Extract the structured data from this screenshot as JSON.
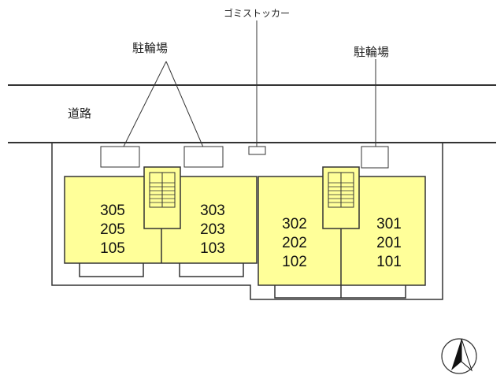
{
  "labels": {
    "garbage_stocker": "ゴミストッカー",
    "bicycle_parking_left": "駐輪場",
    "bicycle_parking_right": "駐輪場",
    "road": "道路"
  },
  "units": {
    "block_1": [
      "305",
      "205",
      "105"
    ],
    "block_2": [
      "303",
      "203",
      "103"
    ],
    "block_3": [
      "302",
      "202",
      "102"
    ],
    "block_4": [
      "301",
      "201",
      "101"
    ]
  },
  "colors": {
    "building_fill": "#ffff99",
    "outline": "#333333"
  },
  "icons": {
    "compass": "north-arrow-icon"
  }
}
